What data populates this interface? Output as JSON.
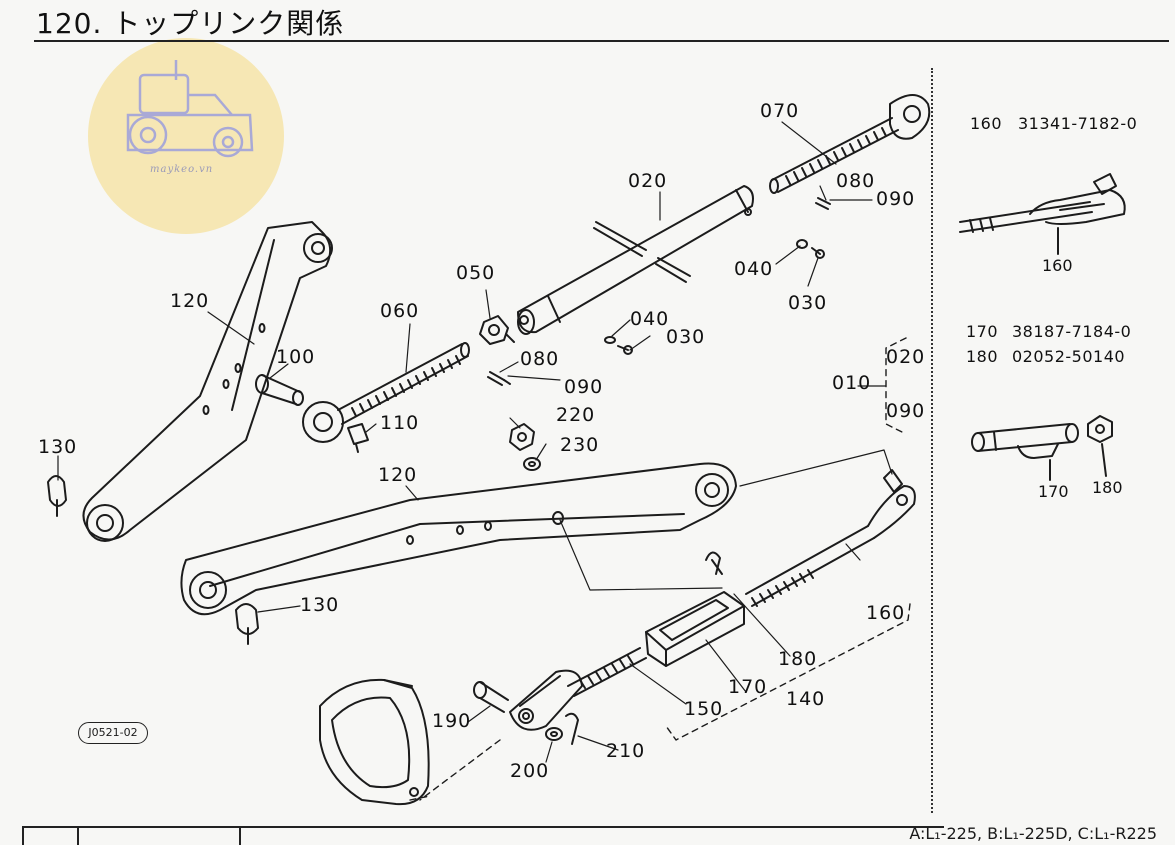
{
  "header": {
    "title": "120. トップリンク関係"
  },
  "watermark": {
    "text": "maykeo.vn",
    "icon": "tractor-icon",
    "circle_color": "#f6e7b4"
  },
  "callouts": {
    "c070": "070",
    "c020": "020",
    "c080a": "080",
    "c090a": "090",
    "c040a": "040",
    "c030a": "030",
    "c050": "050",
    "c060": "060",
    "c040b": "040",
    "c030b": "030",
    "c080b": "080",
    "c090b": "090",
    "c120a": "120",
    "c100": "100",
    "c110": "110",
    "c130a": "130",
    "c220": "220",
    "c230": "230",
    "c120b": "120",
    "c130b": "130",
    "c010": "010",
    "c020b": "020",
    "c090c": "090",
    "c160": "160",
    "c180": "180",
    "c170": "170",
    "c140": "140",
    "c150": "150",
    "c190": "190",
    "c200": "200",
    "c210": "210"
  },
  "drawing_code": "J0521-02",
  "variants": [
    {
      "ref": "160",
      "part_no": "31341-7182-0"
    },
    {
      "ref": "170",
      "part_no": "38187-7184-0"
    },
    {
      "ref": "180",
      "part_no": "02052-50140"
    }
  ],
  "variant_labels": {
    "v160": "160",
    "v170": "170",
    "v180": "180"
  },
  "footer": {
    "models": "A:L₁-225, B:L₁-225D, C:L₁-R225"
  }
}
